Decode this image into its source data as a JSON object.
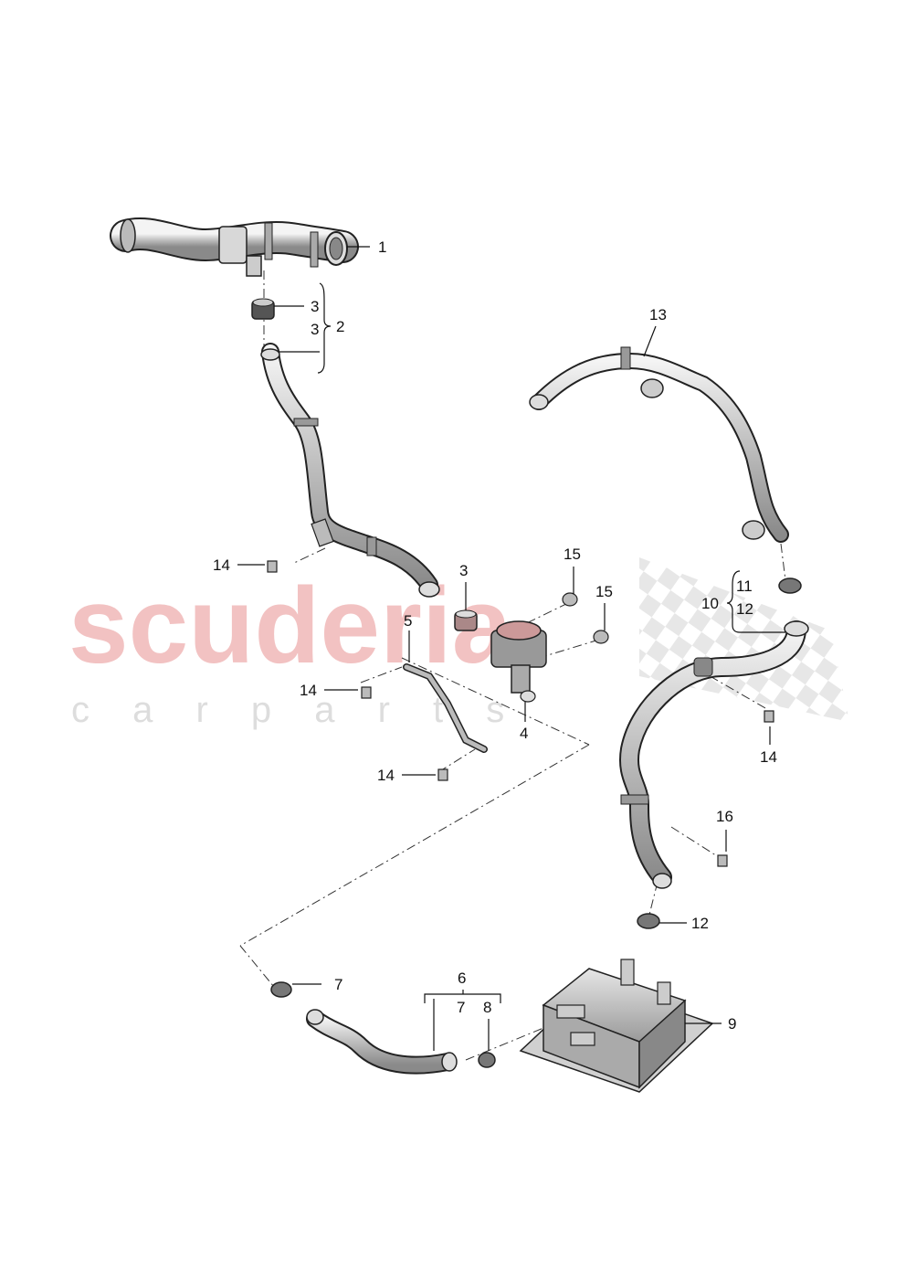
{
  "watermark": {
    "brand": "scuderia",
    "tagline": "c a r   p a r t s"
  },
  "callouts": {
    "c1": "1",
    "c2": "2",
    "c3a": "3",
    "c3b": "3",
    "c3c": "3",
    "c4": "4",
    "c5": "5",
    "c6": "6",
    "c7a": "7",
    "c7b": "7",
    "c8": "8",
    "c9": "9",
    "c10": "10",
    "c11": "11",
    "c12a": "12",
    "c12b": "12",
    "c13": "13",
    "c14a": "14",
    "c14b": "14",
    "c14c": "14",
    "c14d": "14",
    "c15a": "15",
    "c15b": "15",
    "c16": "16"
  },
  "colors": {
    "watermark_red": "#f0b8b8",
    "watermark_grey": "#d8d8d8",
    "hose_fill": "#c8c8c8",
    "hose_stroke": "#222222",
    "text": "#111111"
  }
}
